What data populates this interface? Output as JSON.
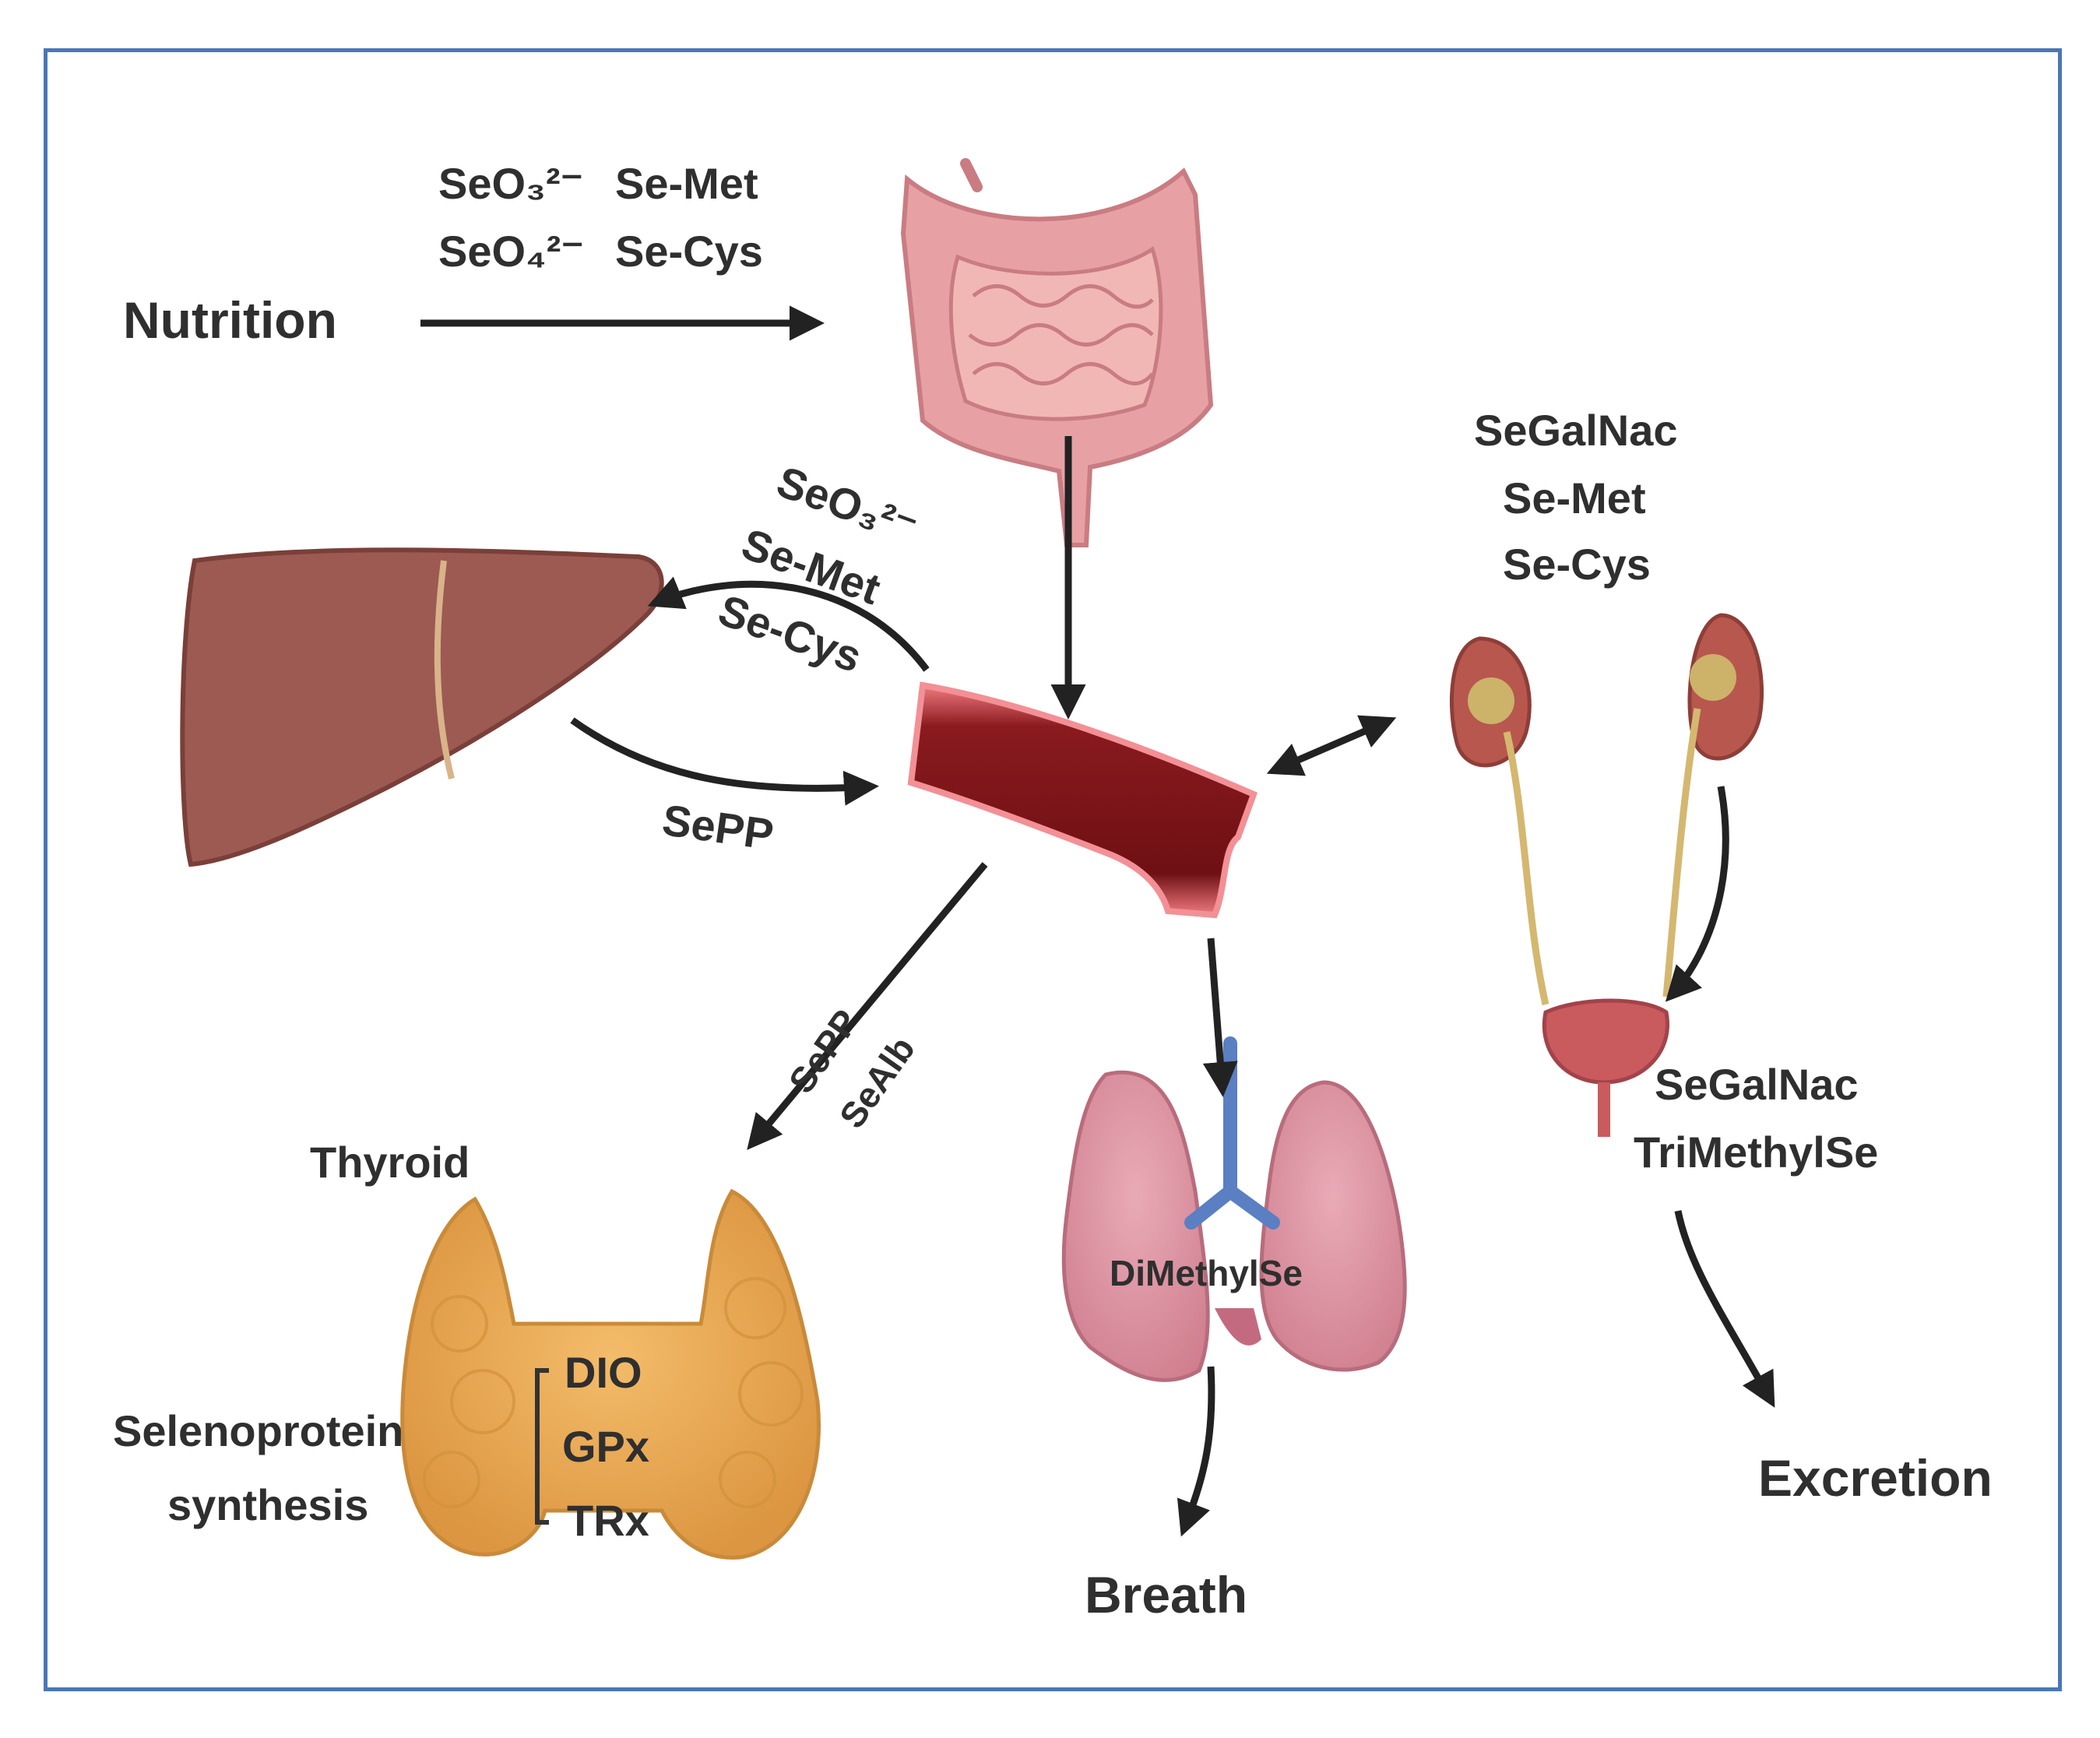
{
  "nutrition": {
    "label": "Nutrition",
    "intake_compounds": [
      "SeO₃²⁻",
      "Se-Met",
      "SeO₄²⁻",
      "Se-Cys"
    ]
  },
  "liver_uptake": [
    "SeO₃²⁻",
    "Se-Met",
    "Se-Cys"
  ],
  "liver_release": "SePP",
  "thyroid_supply": [
    "SePP",
    "SeAlb"
  ],
  "thyroid": {
    "label": "Thyroid",
    "process_line1": "Selenoprotein",
    "process_line2": "synthesis",
    "enzymes": [
      "DIO",
      "GPx",
      "TRx"
    ]
  },
  "kidney_compounds": [
    "SeGalNac",
    "Se-Met",
    "Se-Cys"
  ],
  "urine_compounds": [
    "SeGalNac",
    "TriMethylSe"
  ],
  "lung_compound": "DiMethylSe",
  "outputs": {
    "breath": "Breath",
    "excretion": "Excretion"
  },
  "colors": {
    "frame": "#4a77b6",
    "intestine": "#e7a1a4",
    "liver": "#9c5a52",
    "blood_vessel": "#7a1418",
    "thyroid": "#e7a54c",
    "lung": "#d88c9a",
    "trachea": "#5a7fc2",
    "kidney": "#b8574e",
    "bladder": "#c95a5e",
    "ureter": "#d4b870",
    "arrow": "#222222"
  }
}
